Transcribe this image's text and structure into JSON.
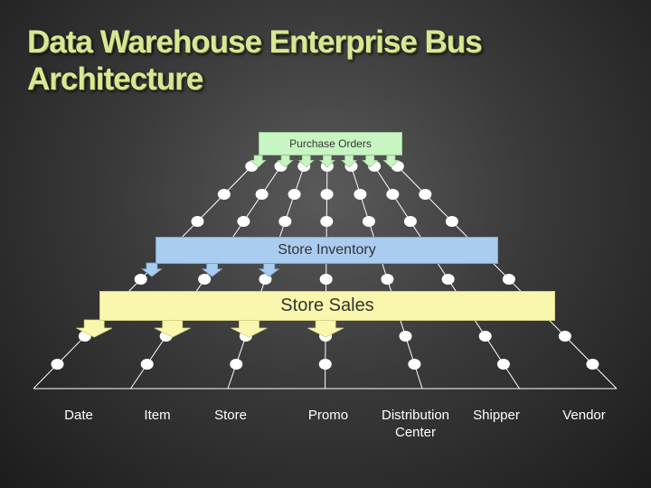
{
  "title": "Data Warehouse Enterprise Bus Architecture",
  "buses": {
    "purchase_orders": "Purchase Orders",
    "store_inventory": "Store Inventory",
    "store_sales": "Store Sales"
  },
  "dimensions": [
    {
      "label": "Date"
    },
    {
      "label": "Item"
    },
    {
      "label": "Store"
    },
    {
      "label": "Promo"
    },
    {
      "label": "Distribution Center"
    },
    {
      "label": "Shipper"
    },
    {
      "label": "Vendor"
    }
  ],
  "colors": {
    "title": "#d7e894",
    "purchase_orders": "#c8f6c2",
    "store_inventory": "#a9ccf0",
    "store_sales": "#f9f7ad"
  }
}
